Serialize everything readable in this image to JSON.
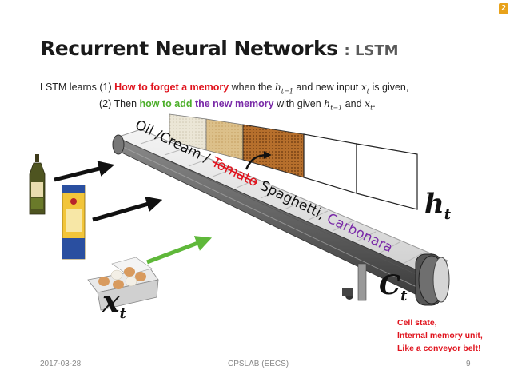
{
  "slide": {
    "badge": "2",
    "title": "Recurrent Neural Networks",
    "title_sub": ": LSTM",
    "line1": {
      "a": "LSTM learns (1) ",
      "forget": "How to forget a memory",
      "b": " when the ",
      "h_prev": "h",
      "h_prev_sub": "t−1",
      "c": " and new input ",
      "x": "x",
      "x_sub": "t",
      "d": " is given,"
    },
    "line2": {
      "a": "(2) Then ",
      "how_add": "how to add",
      "new_memory": "the new memory",
      "b": " with given ",
      "h_prev": "h",
      "h_prev_sub": "t−1",
      "c": " and ",
      "x": "x",
      "x_sub": "t",
      "d": "."
    },
    "belt_items": {
      "oil_cream": "Oil /Cream / ",
      "tomato": "Tomato",
      "spaghetti": " Spaghetti, ",
      "carbonara": "Carbonara"
    },
    "h_label": {
      "sym": "h",
      "sub": "t"
    },
    "c_label": {
      "sym": "C",
      "sub": "t"
    },
    "x_label": {
      "sym": "x",
      "sub": "t"
    },
    "note": [
      "Cell state,",
      "Internal memory unit,",
      "Like a conveyor belt!"
    ],
    "footer": {
      "date": "2017-03-28",
      "org": "CPSLAB (EECS)",
      "page": "9"
    },
    "colors": {
      "red": "#e0141e",
      "green": "#4caf2a",
      "purple": "#7a2aa8",
      "arrow_green": "#5fb83a"
    }
  }
}
